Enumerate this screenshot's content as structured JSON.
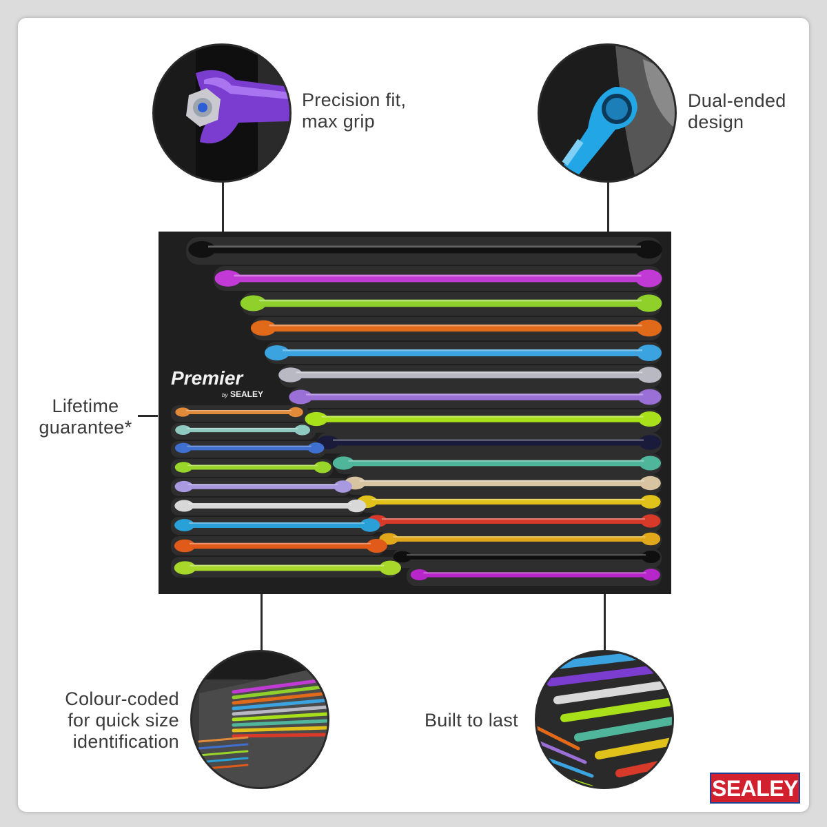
{
  "labels": {
    "precision": "Precision fit,\nmax grip",
    "dual": "Dual-ended\ndesign",
    "lifetime": "Lifetime\nguarantee*",
    "colour": "Colour-coded\nfor quick size\nidentification",
    "built": "Built to last"
  },
  "tray": {
    "brand_name": "Premier",
    "brand_by": "by",
    "brand_maker": "SEALEY"
  },
  "circle_tl_text": "",
  "circle_tr_text": "",
  "logo": {
    "text": "SEALEY",
    "bg": "#d2202f",
    "border": "#1d3f8f"
  },
  "colors": {
    "large_spanners": [
      "#111111",
      "#c23ad6",
      "#8fd12a",
      "#e06a1a",
      "#3aa3e0",
      "#b9b9c4",
      "#9a6fd6",
      "#a8e019",
      "#1a1a3a",
      "#4fb59b",
      "#d9c4a2",
      "#e0c21a",
      "#d83a2a",
      "#e0a81a",
      "#0f0f0f",
      "#b726c9"
    ],
    "small_spanners": [
      "#e08a3a",
      "#8fcac0",
      "#3f6fcf",
      "#9ad62a",
      "#a899e0",
      "#d8d8d8",
      "#2aa0d8",
      "#e05a1a",
      "#a8d82a"
    ]
  }
}
